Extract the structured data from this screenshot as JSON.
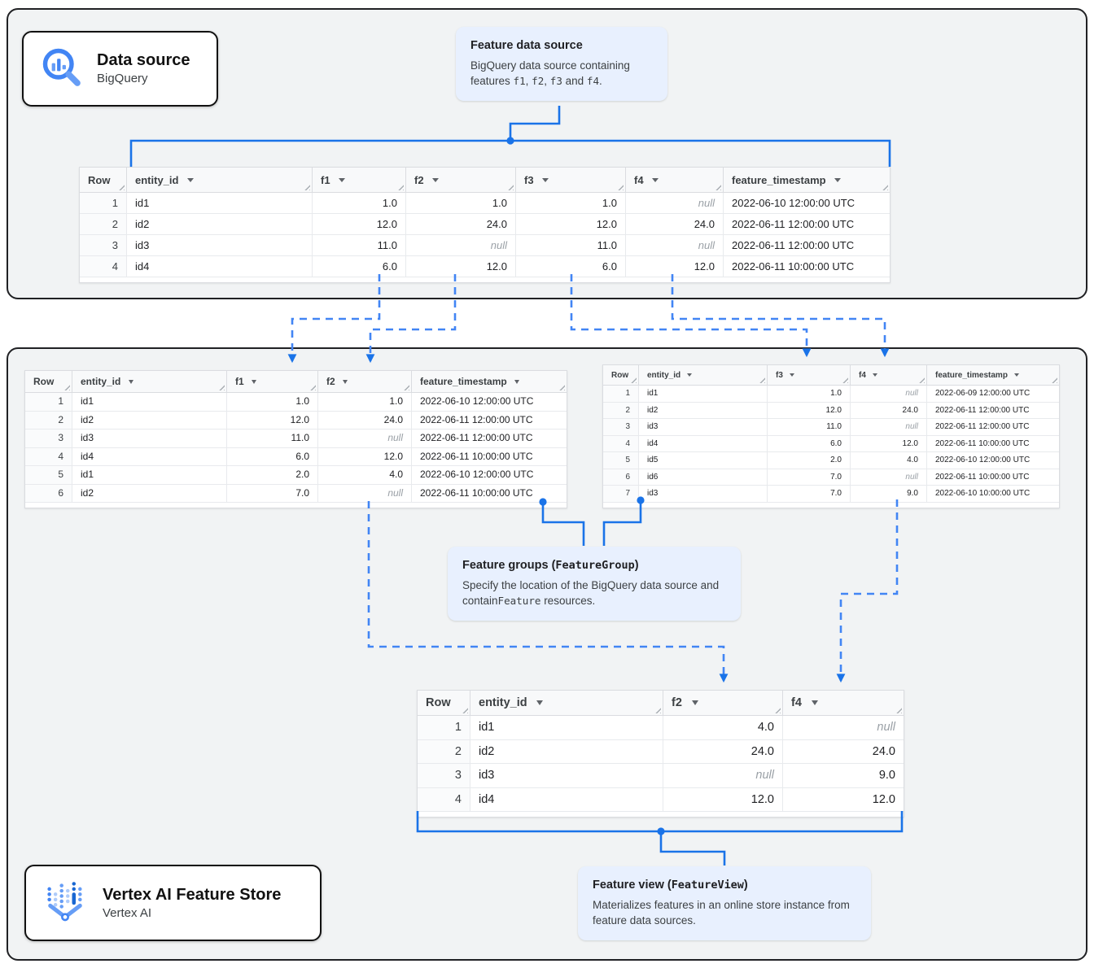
{
  "colors": {
    "solid_connector": "#1a73e8",
    "dashed_connector": "#4285f4",
    "callout_bg": "#e8f0fe",
    "section_bg": "#f1f3f4"
  },
  "cards": {
    "data_source": {
      "title": "Data source",
      "subtitle": "BigQuery"
    },
    "feature_store": {
      "title": "Vertex AI Feature Store",
      "subtitle": "Vertex AI"
    }
  },
  "callouts": {
    "feature_data_source": {
      "title_segments": [
        {
          "text": "Feature data source",
          "mono": false
        }
      ],
      "body_segments": [
        {
          "text": "BigQuery data source containing features ",
          "mono": false
        },
        {
          "text": "f1",
          "mono": true
        },
        {
          "text": ", ",
          "mono": false
        },
        {
          "text": "f2",
          "mono": true
        },
        {
          "text": ", ",
          "mono": false
        },
        {
          "text": "f3",
          "mono": true
        },
        {
          "text": " and ",
          "mono": false
        },
        {
          "text": "f4",
          "mono": true
        },
        {
          "text": ".",
          "mono": false
        }
      ]
    },
    "feature_groups": {
      "title_segments": [
        {
          "text": "Feature groups (",
          "mono": false
        },
        {
          "text": "FeatureGroup",
          "mono": true
        },
        {
          "text": ")",
          "mono": false
        }
      ],
      "body_segments": [
        {
          "text": "Specify the location of the BigQuery data source and contain",
          "mono": false
        },
        {
          "text": "Feature",
          "mono": true
        },
        {
          "text": " resources.",
          "mono": false
        }
      ]
    },
    "feature_view": {
      "title_segments": [
        {
          "text": "Feature view (",
          "mono": false
        },
        {
          "text": "FeatureView",
          "mono": true
        },
        {
          "text": ")",
          "mono": false
        }
      ],
      "body_segments": [
        {
          "text": "Materializes features in an online store instance from feature data sources.",
          "mono": false
        }
      ]
    }
  },
  "tables": {
    "source": {
      "columns": [
        {
          "label": "Row",
          "sortable": false
        },
        {
          "label": "entity_id",
          "sortable": true
        },
        {
          "label": "f1",
          "sortable": true
        },
        {
          "label": "f2",
          "sortable": true
        },
        {
          "label": "f3",
          "sortable": true
        },
        {
          "label": "f4",
          "sortable": true
        },
        {
          "label": "feature_timestamp",
          "sortable": true
        }
      ],
      "rows": [
        [
          "1",
          "id1",
          "1.0",
          "1.0",
          "1.0",
          "null",
          "2022-06-10 12:00:00 UTC"
        ],
        [
          "2",
          "id2",
          "12.0",
          "24.0",
          "12.0",
          "24.0",
          "2022-06-11 12:00:00 UTC"
        ],
        [
          "3",
          "id3",
          "11.0",
          "null",
          "11.0",
          "null",
          "2022-06-11 12:00:00 UTC"
        ],
        [
          "4",
          "id4",
          "6.0",
          "12.0",
          "6.0",
          "12.0",
          "2022-06-11 10:00:00 UTC"
        ]
      ]
    },
    "group1": {
      "columns": [
        {
          "label": "Row",
          "sortable": false
        },
        {
          "label": "entity_id",
          "sortable": true
        },
        {
          "label": "f1",
          "sortable": true
        },
        {
          "label": "f2",
          "sortable": true
        },
        {
          "label": "feature_timestamp",
          "sortable": true
        }
      ],
      "rows": [
        [
          "1",
          "id1",
          "1.0",
          "1.0",
          "2022-06-10 12:00:00 UTC"
        ],
        [
          "2",
          "id2",
          "12.0",
          "24.0",
          "2022-06-11 12:00:00 UTC"
        ],
        [
          "3",
          "id3",
          "11.0",
          "null",
          "2022-06-11 12:00:00 UTC"
        ],
        [
          "4",
          "id4",
          "6.0",
          "12.0",
          "2022-06-11 10:00:00 UTC"
        ],
        [
          "5",
          "id1",
          "2.0",
          "4.0",
          "2022-06-10 12:00:00 UTC"
        ],
        [
          "6",
          "id2",
          "7.0",
          "null",
          "2022-06-11 10:00:00 UTC"
        ]
      ]
    },
    "group2": {
      "columns": [
        {
          "label": "Row",
          "sortable": false
        },
        {
          "label": "entity_id",
          "sortable": true
        },
        {
          "label": "f3",
          "sortable": true
        },
        {
          "label": "f4",
          "sortable": true
        },
        {
          "label": "feature_timestamp",
          "sortable": true
        }
      ],
      "rows": [
        [
          "1",
          "id1",
          "1.0",
          "null",
          "2022-06-09 12:00:00 UTC"
        ],
        [
          "2",
          "id2",
          "12.0",
          "24.0",
          "2022-06-11 12:00:00 UTC"
        ],
        [
          "3",
          "id3",
          "11.0",
          "null",
          "2022-06-11 12:00:00 UTC"
        ],
        [
          "4",
          "id4",
          "6.0",
          "12.0",
          "2022-06-11 10:00:00 UTC"
        ],
        [
          "5",
          "id5",
          "2.0",
          "4.0",
          "2022-06-10 12:00:00 UTC"
        ],
        [
          "6",
          "id6",
          "7.0",
          "null",
          "2022-06-11 10:00:00 UTC"
        ],
        [
          "7",
          "id3",
          "7.0",
          "9.0",
          "2022-06-10 10:00:00 UTC"
        ]
      ]
    },
    "view": {
      "columns": [
        {
          "label": "Row",
          "sortable": false
        },
        {
          "label": "entity_id",
          "sortable": true
        },
        {
          "label": "f2",
          "sortable": true
        },
        {
          "label": "f4",
          "sortable": true
        }
      ],
      "rows": [
        [
          "1",
          "id1",
          "4.0",
          "null"
        ],
        [
          "2",
          "id2",
          "24.0",
          "24.0"
        ],
        [
          "3",
          "id3",
          "null",
          "9.0"
        ],
        [
          "4",
          "id4",
          "12.0",
          "12.0"
        ]
      ]
    }
  }
}
